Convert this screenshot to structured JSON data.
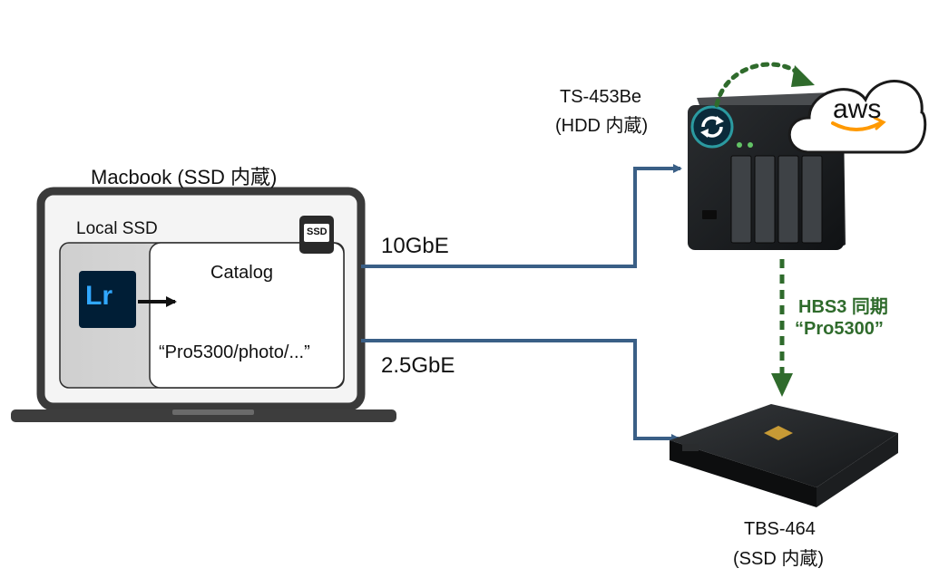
{
  "macbook": {
    "title": "Macbook (SSD 内蔵)",
    "local_ssd_label": "Local SSD",
    "ssd_badge": "SSD",
    "lr_logo": "Lr",
    "catalog_title": "Catalog",
    "catalog_path": "“Pro5300/photo/...”"
  },
  "links": {
    "top_speed": "10GbE",
    "bottom_speed": "2.5GbE",
    "sync_label_line1": "HBS3 同期",
    "sync_label_line2": "“Pro5300”"
  },
  "nas_top": {
    "name": "TS-453Be",
    "detail": "(HDD 内蔵)"
  },
  "nas_bottom": {
    "name": "TBS-464",
    "detail": "(SSD 内蔵)"
  },
  "cloud": {
    "label": "aws"
  },
  "colors": {
    "link_line": "#3a5f86",
    "sync_green": "#2f6b2c",
    "laptop_frame": "#3a3a3a",
    "lr_blue": "#001e36",
    "lr_text": "#31a8ff",
    "aws_orange": "#ff9900"
  }
}
